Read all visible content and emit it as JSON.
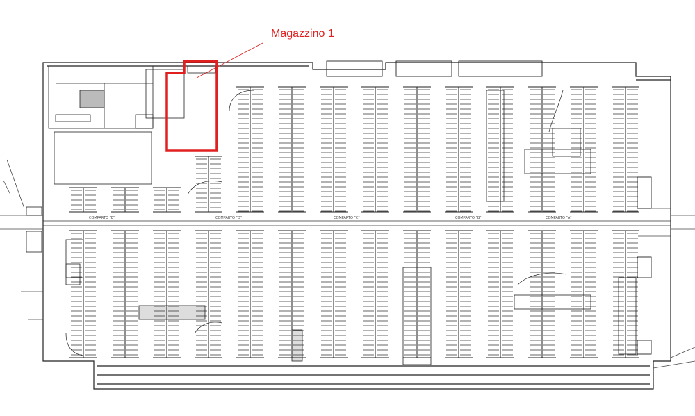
{
  "callout": {
    "label": "Magazzino 1",
    "color": "#e02020"
  },
  "compartments": [
    {
      "label": "COMPARTO \"E\""
    },
    {
      "label": "COMPARTO \"D\""
    },
    {
      "label": "COMPARTO \"C\""
    },
    {
      "label": "COMPARTO \"B\""
    },
    {
      "label": "COMPARTO \"A\""
    }
  ],
  "style": {
    "line": "#222222",
    "background": "#ffffff"
  }
}
